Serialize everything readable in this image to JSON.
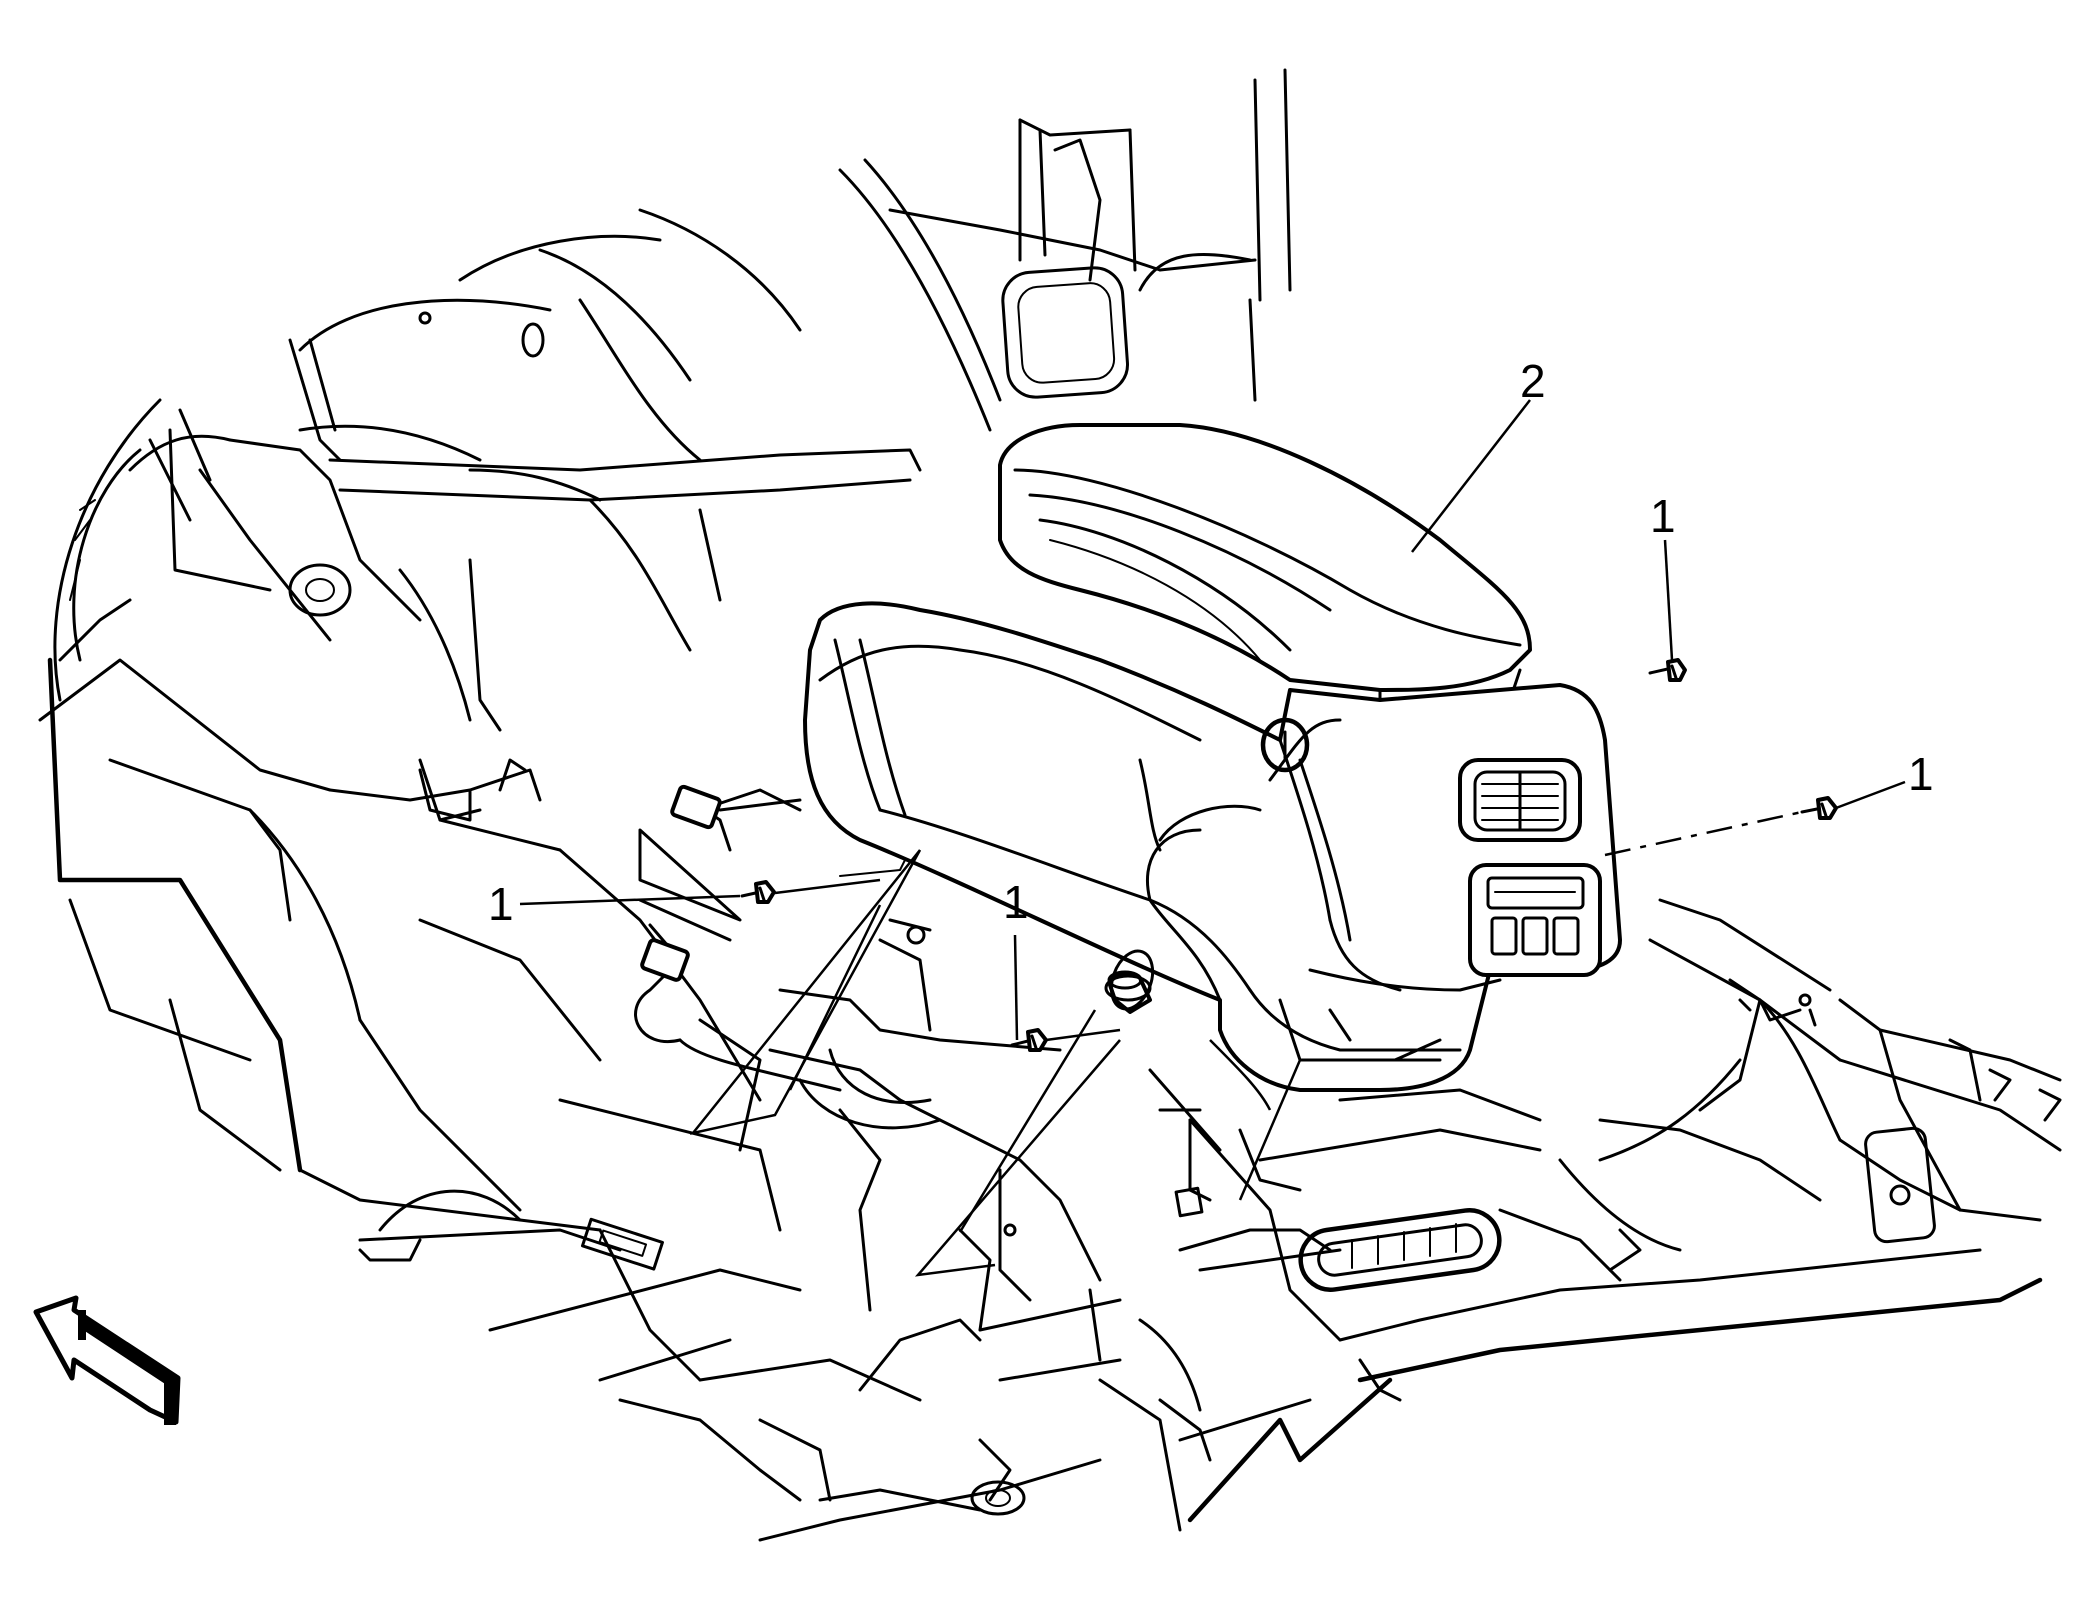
{
  "callouts": {
    "armrest": "2",
    "fastener_top_right": "1",
    "fastener_right": "1",
    "fastener_left": "1",
    "fastener_center": "1"
  },
  "icons": {
    "direction_arrow": "front-arrow-icon"
  }
}
